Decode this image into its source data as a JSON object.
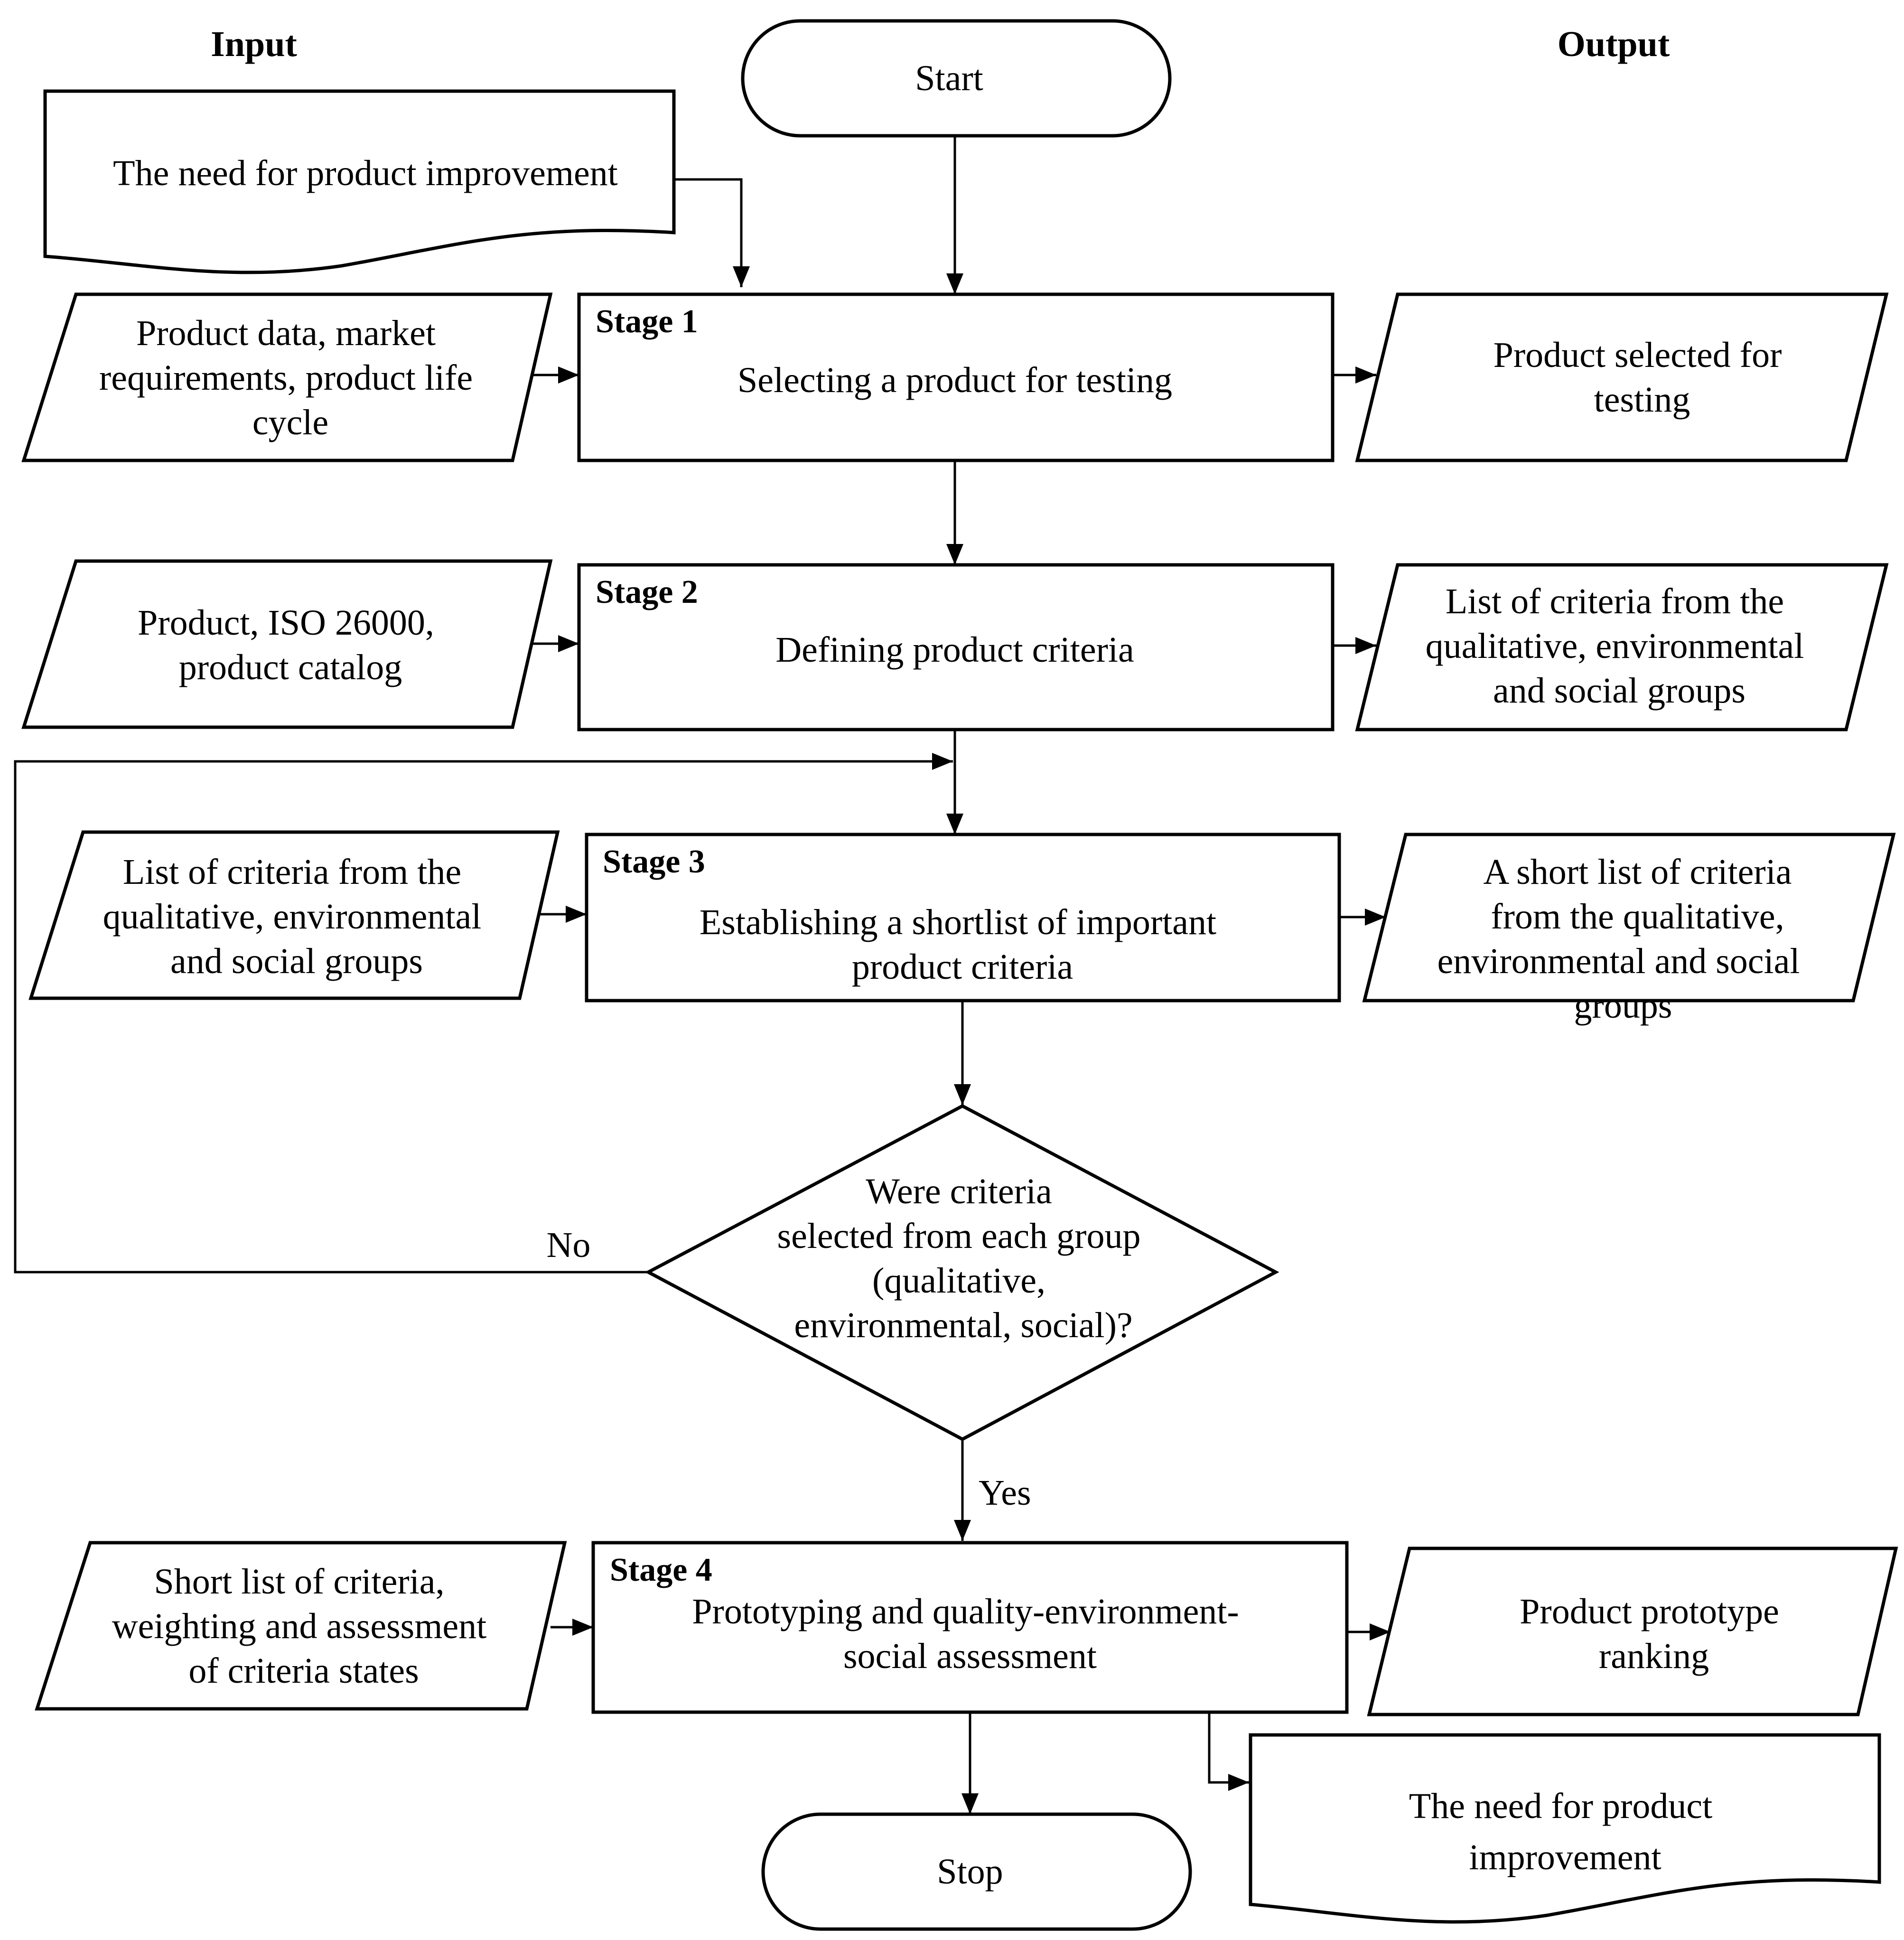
{
  "headers": {
    "input": "Input",
    "output": "Output"
  },
  "terminals": {
    "start": "Start",
    "stop": "Stop"
  },
  "need_input": {
    "lines": [
      "The need for product improvement"
    ]
  },
  "stage1": {
    "label": "Stage 1",
    "lines": [
      "Selecting a product for testing"
    ],
    "input_lines": [
      "Product data, market",
      "requirements, product life",
      "cycle"
    ],
    "output_lines": [
      "Product selected for",
      "testing"
    ]
  },
  "stage2": {
    "label": "Stage 2",
    "lines": [
      "Defining product criteria"
    ],
    "input_lines": [
      "Product, ISO 26000,",
      "product catalog"
    ],
    "output_lines": [
      "List of criteria from the",
      "qualitative, environmental",
      "and social groups"
    ]
  },
  "stage3": {
    "label": "Stage 3",
    "lines": [
      "Establishing a shortlist of important",
      "product criteria"
    ],
    "input_lines": [
      "List of criteria from the",
      "qualitative, environmental",
      "and social groups"
    ],
    "output_lines": [
      "A short list of criteria",
      "from the qualitative,",
      "environmental and social",
      "groups"
    ]
  },
  "decision": {
    "lines": [
      "Were criteria",
      "selected from each group",
      "(qualitative,",
      "environmental, social)?"
    ],
    "no_label": "No",
    "yes_label": "Yes"
  },
  "stage4": {
    "label": "Stage 4",
    "lines": [
      "Prototyping and quality-environment-",
      "social assessment"
    ],
    "input_lines": [
      "Short list of criteria,",
      "weighting and assessment",
      "of criteria states"
    ],
    "output_lines": [
      "Product prototype",
      "ranking"
    ],
    "need_output_lines": [
      "The need for product",
      "improvement"
    ]
  }
}
